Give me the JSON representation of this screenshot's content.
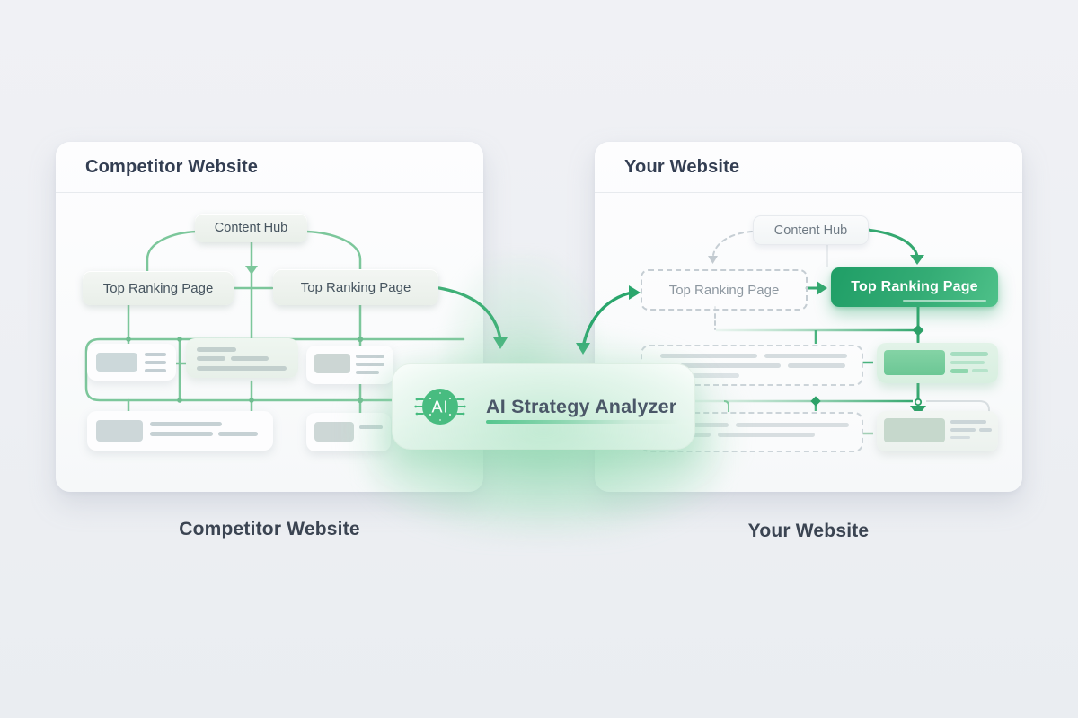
{
  "colors": {
    "accent_green": "#35a870",
    "light_green": "#7cc79b",
    "node_green_gradient_start": "#1f9e66",
    "node_green_gradient_end": "#4ec189",
    "dark_text": "#333e52",
    "muted_text": "#8d97a0",
    "page_background": "#edeff3"
  },
  "left_panel": {
    "title": "Competitor Website",
    "nodes": {
      "content_hub": "Content Hub",
      "top_ranking_left": "Top Ranking Page",
      "top_ranking_right": "Top Ranking Page"
    }
  },
  "right_panel": {
    "title": "Your Website",
    "nodes": {
      "content_hub": "Content Hub",
      "top_ranking_left": "Top Ranking Page",
      "top_ranking_right": "Top Ranking Page"
    }
  },
  "analyzer": {
    "label": "AI Strategy Analyzer",
    "icon_text": "AI"
  },
  "captions": {
    "left": "Competitor Website",
    "right": "Your Website"
  }
}
